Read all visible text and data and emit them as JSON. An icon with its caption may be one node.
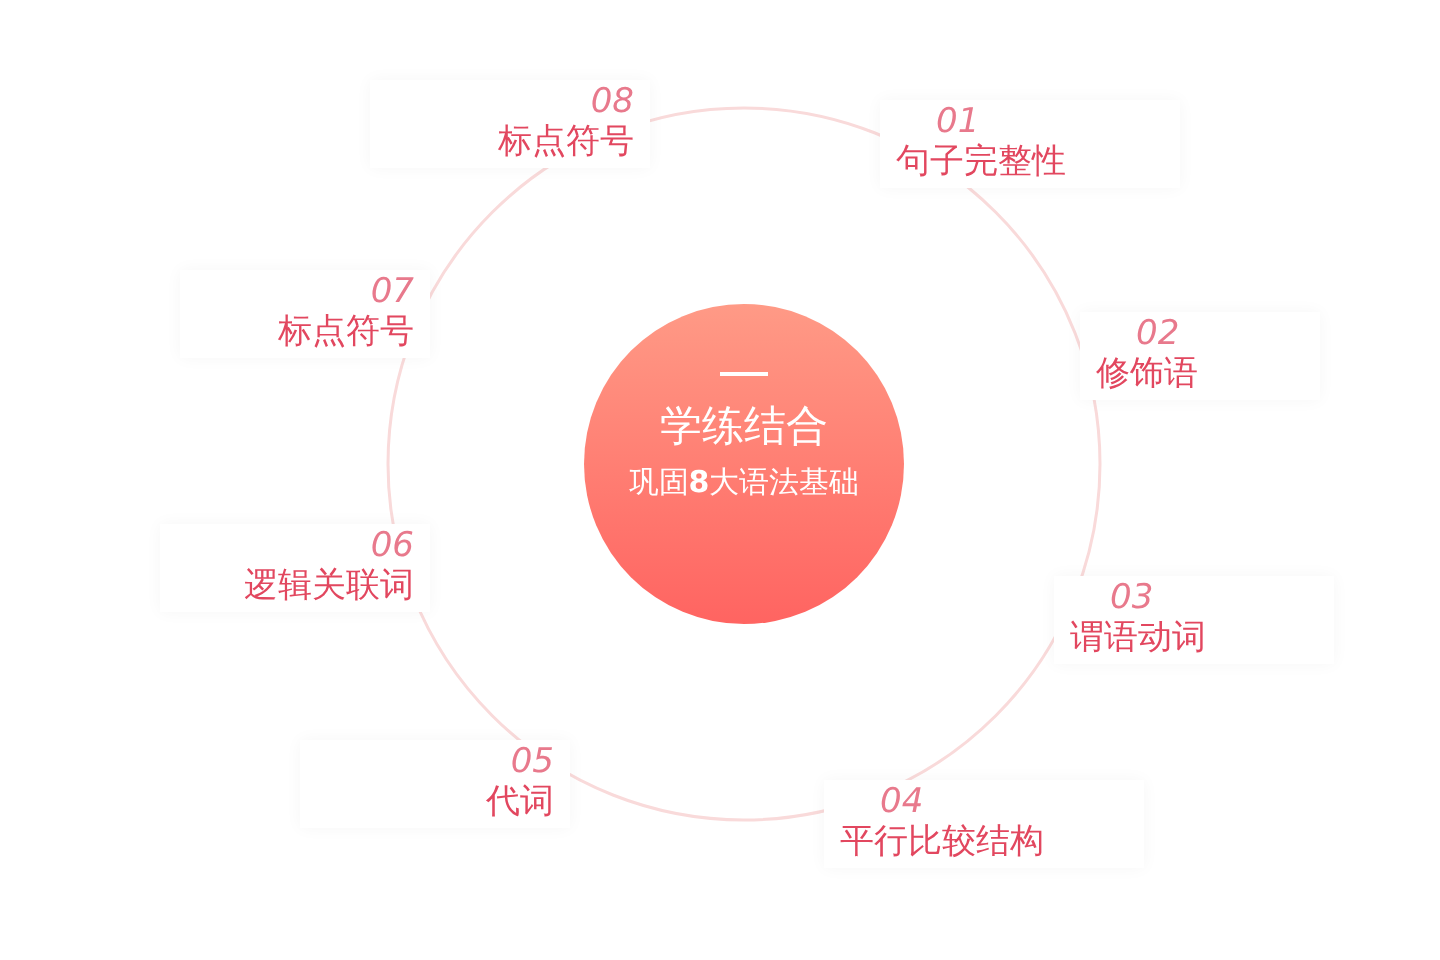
{
  "diagram": {
    "nodes": [
      {
        "text": [
          "学练结合",
          "巩固**8**大语法基础"
        ]
      },
      {
        "text": [
          "01",
          "句子完整性"
        ]
      },
      {
        "text": [
          "02",
          "修饰语"
        ]
      },
      {
        "text": [
          "03",
          "谓语动词"
        ]
      },
      {
        "text": [
          "04",
          "平行比较结构"
        ]
      },
      {
        "text": [
          "05",
          "代词"
        ]
      },
      {
        "text": [
          "06",
          "逻辑关联词"
        ]
      },
      {
        "text": [
          "07",
          "标点符号"
        ]
      },
      {
        "text": [
          "08",
          "标点符号"
        ]
      }
    ]
  }
}
